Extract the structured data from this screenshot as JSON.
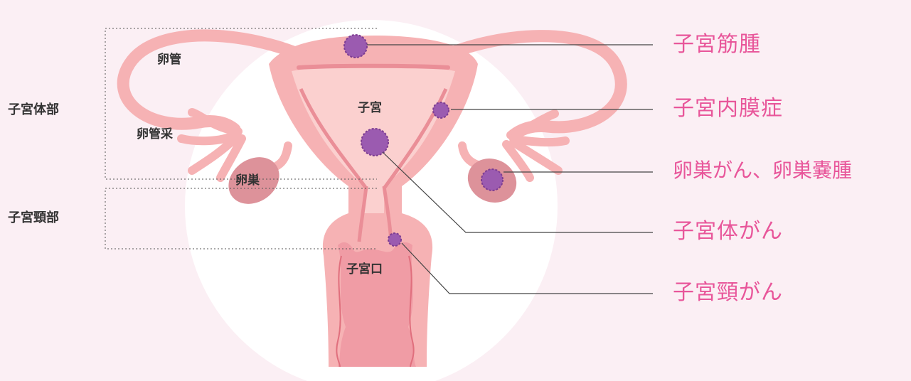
{
  "regions": {
    "uterine_body": "子宮体部",
    "cervix_region": "子宮頸部"
  },
  "anatomy": {
    "fallopian_tube": "卵管",
    "fimbriae": "卵管采",
    "ovary": "卵巣",
    "uterus": "子宮",
    "external_os": "子宮口"
  },
  "diseases": {
    "fibroids": "子宮筋腫",
    "endometriosis": "子宮内膜症",
    "ovarian": "卵巣がん、卵巣嚢腫",
    "endometrial_cancer": "子宮体がん",
    "cervical_cancer": "子宮頸がん"
  },
  "colors": {
    "background": "#fbeff4",
    "circle": "#ffffff",
    "organ": "#f6b2b4",
    "organ_light": "#fbd0cf",
    "organ_dark": "#ea8e97",
    "lesion": "#9b5bb0",
    "disease_text": "#e8569a",
    "label_text": "#333333"
  }
}
